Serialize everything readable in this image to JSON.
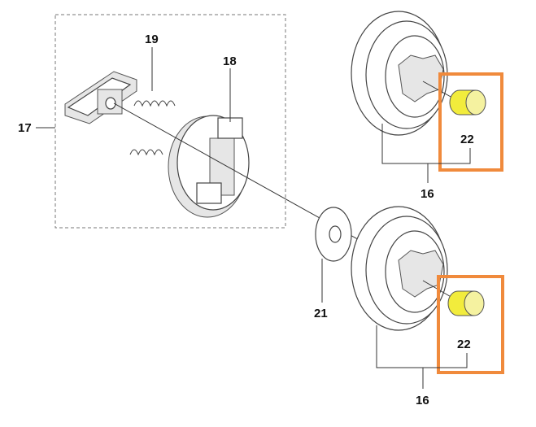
{
  "labels": {
    "l17": "17",
    "l19": "19",
    "l18": "18",
    "l16_top": "16",
    "l22_top": "22",
    "l21": "21",
    "l22_bottom": "22",
    "l16_bottom": "16"
  },
  "colors": {
    "highlight_box": "#f08a3c",
    "bearing_fill": "#f2ec3c"
  }
}
